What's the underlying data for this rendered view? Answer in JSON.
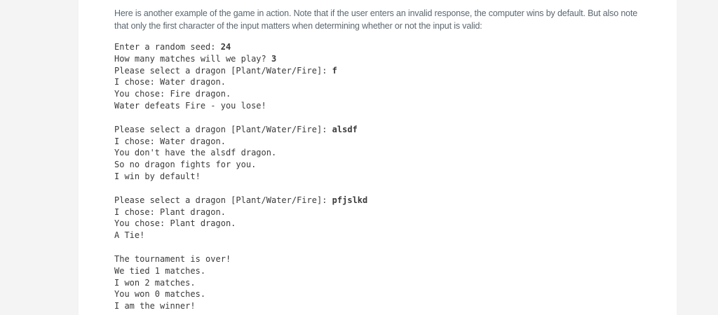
{
  "intro": {
    "line1": "Here is another example of the game in action. Note that if the user enters an invalid response, the computer wins by default. But also note",
    "line2": "that only the first character of the input matters when determining whether or not the input is valid:"
  },
  "colors": {
    "page_background": "#f4f4f5",
    "content_background": "#ffffff",
    "intro_text": "#5b6770",
    "terminal_text": "#3a3a3a"
  },
  "terminal": {
    "blocks": [
      {
        "lines": [
          {
            "pre": "Enter a random seed: ",
            "bold": "24"
          },
          {
            "pre": "How many matches will we play? ",
            "bold": "3"
          },
          {
            "pre": "Please select a dragon [Plant/Water/Fire]: ",
            "bold": "f"
          },
          {
            "pre": "I chose: Water dragon."
          },
          {
            "pre": "You chose: Fire dragon."
          },
          {
            "pre": "Water defeats Fire - you lose!"
          }
        ]
      },
      {
        "lines": [
          {
            "pre": "Please select a dragon [Plant/Water/Fire]: ",
            "bold": "alsdf"
          },
          {
            "pre": "I chose: Water dragon."
          },
          {
            "pre": "You don't have the alsdf dragon."
          },
          {
            "pre": "So no dragon fights for you."
          },
          {
            "pre": "I win by default!"
          }
        ]
      },
      {
        "lines": [
          {
            "pre": "Please select a dragon [Plant/Water/Fire]: ",
            "bold": "pfjslkd"
          },
          {
            "pre": "I chose: Plant dragon."
          },
          {
            "pre": "You chose: Plant dragon."
          },
          {
            "pre": "A Tie!"
          }
        ]
      },
      {
        "lines": [
          {
            "pre": "The tournament is over!"
          },
          {
            "pre": "We tied 1 matches."
          },
          {
            "pre": "I won 2 matches."
          },
          {
            "pre": "You won 0 matches."
          },
          {
            "pre": "I am the winner!"
          }
        ]
      }
    ]
  }
}
